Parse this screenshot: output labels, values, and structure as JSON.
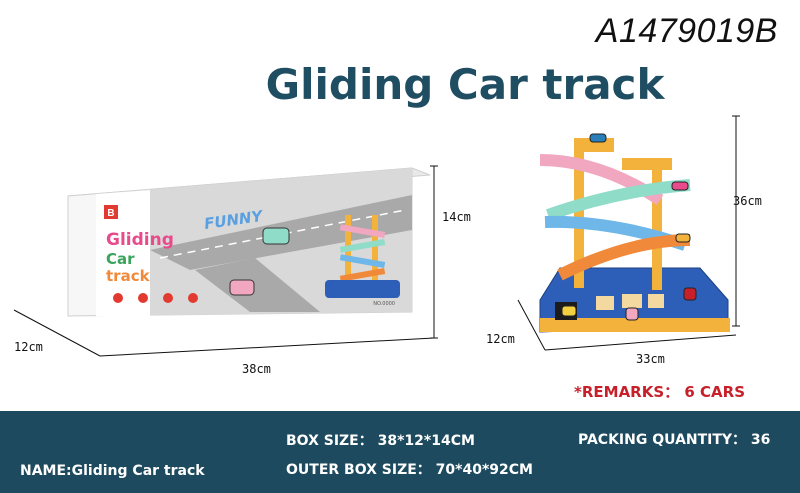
{
  "product_code": "A1479019B",
  "title": "Gliding Car track",
  "box_art": {
    "brand_letter": "B",
    "line1": "Gliding",
    "line2": "Car",
    "line3": "track",
    "badge": "FUNNY",
    "model_no": "NO.0000"
  },
  "box_dims": {
    "height": "14cm",
    "depth": "12cm",
    "length": "38cm"
  },
  "product_dims": {
    "height": "36cm",
    "depth": "12cm",
    "length": "33cm"
  },
  "remarks": "*REMARKS： 6 CARS",
  "footer": {
    "name": "NAME:Gliding Car track",
    "box_size": "BOX SIZE： 38*12*14CM",
    "outer_box_size": "OUTER BOX SIZE： 70*40*92CM",
    "packing_quantity": "PACKING QUANTITY： 36"
  },
  "colors": {
    "brand_navy": "#1d4a5e",
    "remark_red": "#c8202a",
    "track_pink": "#f2a7c0",
    "track_mint": "#8fdcc8",
    "track_blue": "#6fb7e8",
    "track_orange": "#f08a3a",
    "base_blue": "#2e5fb8",
    "tower_yellow": "#f3b23c"
  }
}
